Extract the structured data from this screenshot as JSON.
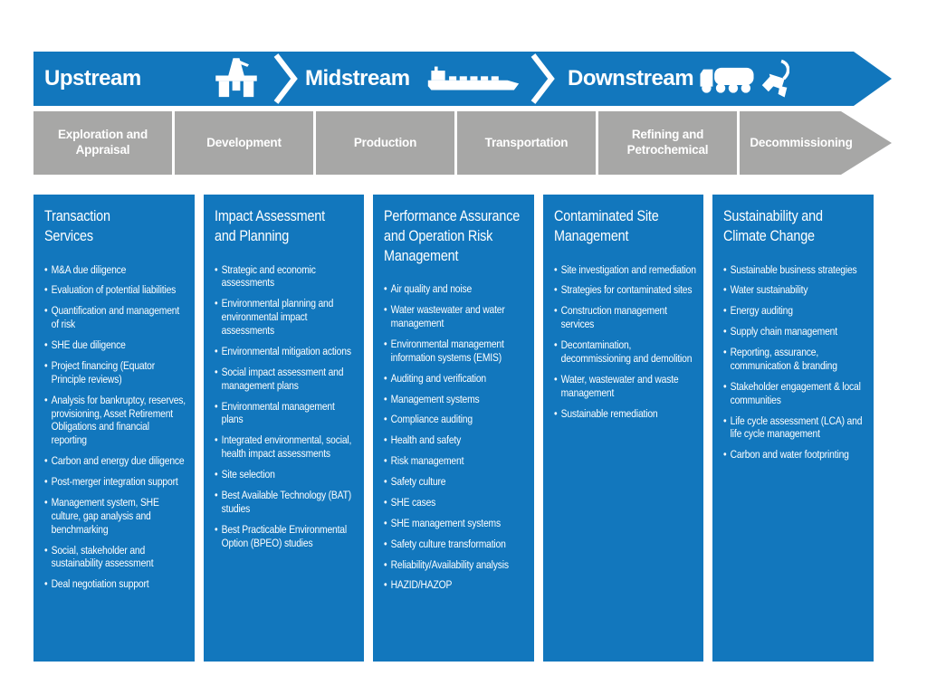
{
  "banner": {
    "stages": [
      {
        "label": "Upstream",
        "icon": "oil-rig-icon"
      },
      {
        "label": "Midstream",
        "icon": "ship-icon"
      },
      {
        "label": "Downstream",
        "icon": "tanker-truck-icon",
        "icon2": "fuel-nozzle-icon"
      }
    ]
  },
  "phases": {
    "items": [
      "Exploration and Appraisal",
      "Development",
      "Production",
      "Transportation",
      "Refining and Petrochemical",
      "Decommissioning"
    ]
  },
  "columns": [
    {
      "title": "Transaction\nServices",
      "items": [
        "M&A due diligence",
        "Evaluation of potential liabilities",
        "Quantification and management of risk",
        "SHE due diligence",
        "Project financing (Equator Principle reviews)",
        "Analysis for bankruptcy, reserves, provisioning, Asset Retirement Obligations and financial reporting",
        "Carbon and energy due diligence",
        "Post-merger integration support",
        "Management system, SHE culture, gap analysis and benchmarking",
        "Social, stakeholder and sustainability assessment",
        "Deal negotiation support"
      ]
    },
    {
      "title": "Impact Assessment\nand Planning",
      "items": [
        "Strategic and economic assessments",
        "Environmental planning and environmental impact assessments",
        "Environmental mitigation actions",
        "Social impact assessment and management plans",
        "Environmental management plans",
        "Integrated environmental, social, health impact assessments",
        "Site selection",
        "Best Available Technology (BAT) studies",
        "Best Practicable Environmental Option (BPEO) studies"
      ]
    },
    {
      "title": "Performance Assurance\nand Operation Risk\nManagement",
      "items": [
        "Air quality and noise",
        "Water wastewater and water management",
        "Environmental management information systems (EMIS)",
        "Auditing and verification",
        "Management systems",
        "Compliance auditing",
        "Health and safety",
        "Risk management",
        "Safety culture",
        "SHE cases",
        "SHE management systems",
        "Safety culture transformation",
        "Reliability/Availability analysis",
        "HAZID/HAZOP"
      ]
    },
    {
      "title": "Contaminated Site\nManagement",
      "items": [
        "Site investigation and remediation",
        "Strategies for contaminated sites",
        "Construction management services",
        "Decontamination, decommissioning and demolition",
        "Water, wastewater and waste management",
        "Sustainable remediation"
      ]
    },
    {
      "title": "Sustainability and\nClimate Change",
      "items": [
        "Sustainable business strategies",
        "Water sustainability",
        "Energy auditing",
        "Supply chain management",
        "Reporting, assurance, communication & branding",
        "Stakeholder engagement & local communities",
        "Life cycle assessment (LCA) and life cycle management",
        "Carbon and water footprinting"
      ]
    }
  ],
  "colors": {
    "primary_blue": "#1277BD",
    "phase_gray": "#A7A7A6",
    "text_white": "#FFFFFF"
  }
}
